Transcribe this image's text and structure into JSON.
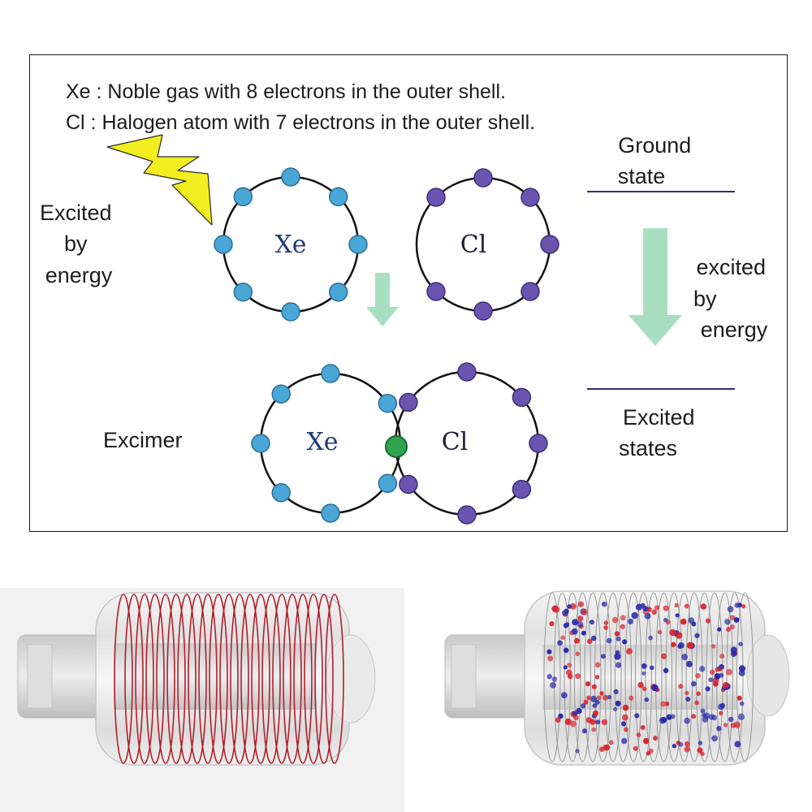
{
  "intro": {
    "line1": "Xe : Noble gas with 8 electrons in the outer shell.",
    "line2": "Cl : Halogen atom with 7 electrons in the outer shell."
  },
  "left_labels": {
    "excited_by_energy": [
      "Excited",
      "by",
      "energy"
    ],
    "excimer": "Excimer"
  },
  "atoms": {
    "xe_symbol": "Xe",
    "cl_symbol": "Cl",
    "xe_outer_electrons": 8,
    "cl_outer_electrons": 7
  },
  "energy_levels": {
    "ground": [
      "Ground",
      "state"
    ],
    "transition": [
      "excited",
      "by",
      "energy"
    ],
    "excited": [
      "Excited",
      "states"
    ]
  },
  "colors": {
    "xe_electron": "#4aa6d6",
    "cl_electron": "#6a54b0",
    "shared_electron": "#2ea44f",
    "arrow": "#a8dfc0",
    "lightning": "#f3ee1f",
    "level_line": "#3a2a6a",
    "coil": "#b21f2a",
    "particle_red": "#d8242e",
    "particle_blue": "#2a2aa8"
  },
  "icons": {
    "energy": "lightning-bolt-icon"
  }
}
